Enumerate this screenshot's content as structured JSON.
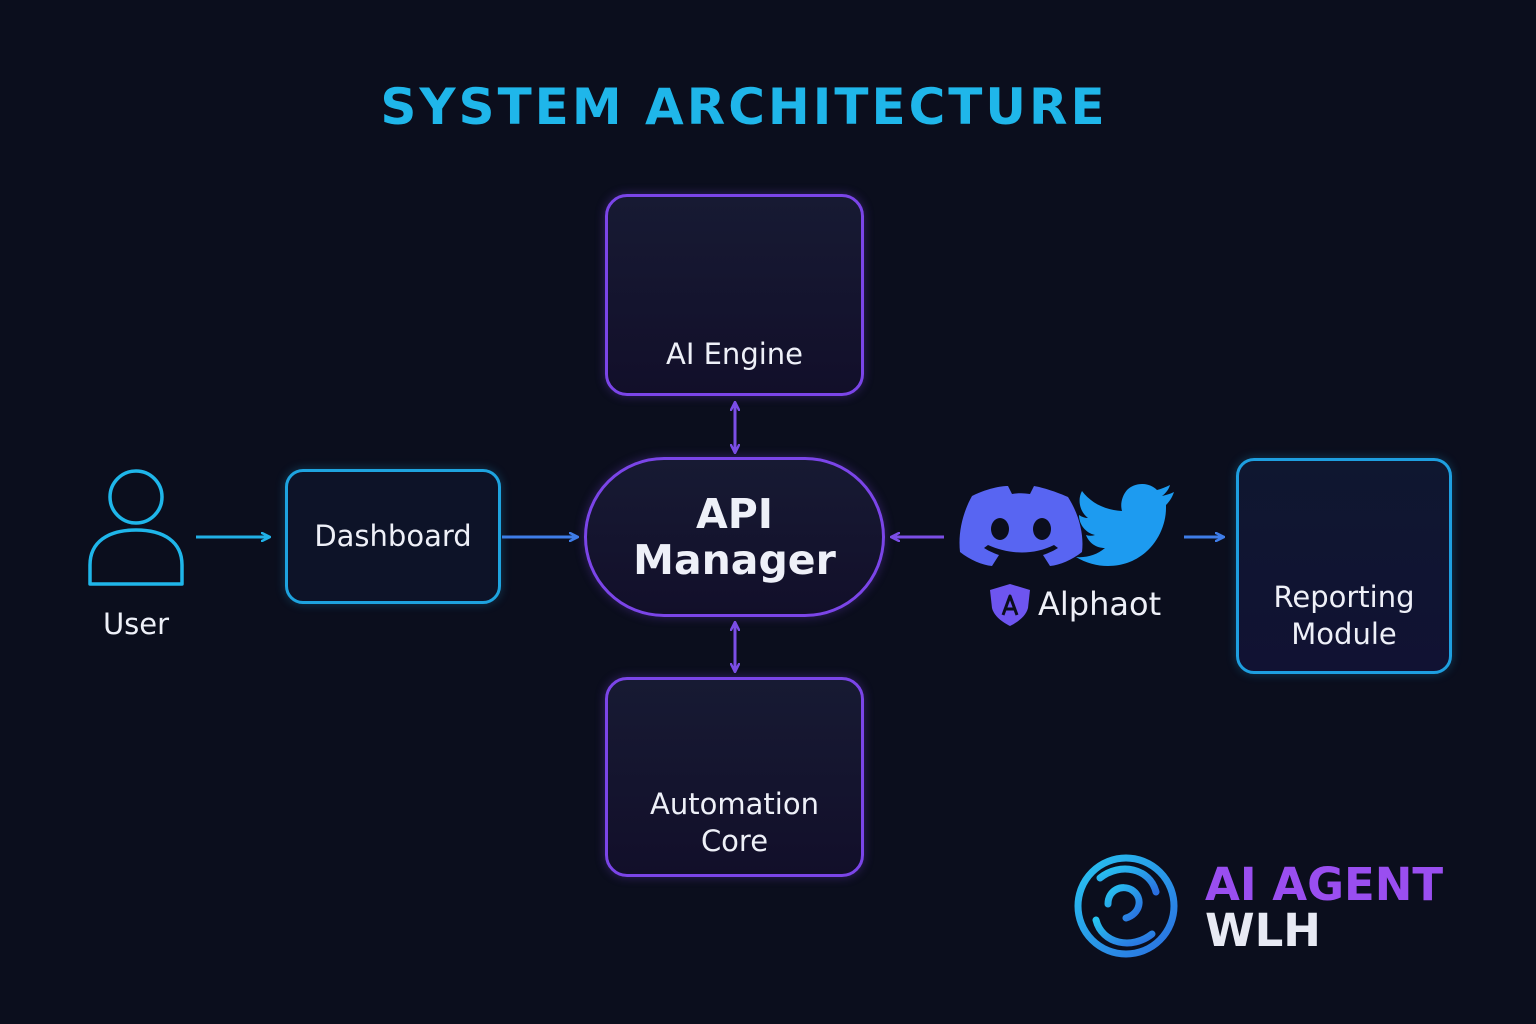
{
  "title": "SYSTEM ARCHITECTURE",
  "nodes": {
    "ai_engine": {
      "label": "AI Engine",
      "icon": "brain-circuit-icon"
    },
    "api_manager": {
      "line1": "API",
      "line2": "Manager"
    },
    "automation_core": {
      "line1": "Automation",
      "line2": "Core",
      "icon": "gear-icon"
    },
    "dashboard": {
      "label": "Dashboard"
    },
    "user": {
      "label": "User",
      "icon": "user-icon"
    },
    "reporting": {
      "line1": "Reporting",
      "line2": "Module",
      "icon": "bar-chart-icon"
    }
  },
  "integrations": {
    "icons": [
      "discord-icon",
      "twitter-bird-icon",
      "alphaot-shield-icon"
    ],
    "label": "Alphaot"
  },
  "brand": {
    "line1": "AI AGENT",
    "line2": "WLH",
    "icon": "swirl-logo-icon"
  },
  "colors": {
    "background": "#0b0e1d",
    "title": "#1fb6ea",
    "purple": "#7b45e8",
    "cyan": "#1ea3df",
    "arrow_purple": "#7b4ee6",
    "arrow_cyan": "#21b0e6",
    "discord": "#5865f2",
    "twitter": "#1d9bf0",
    "brand_purple": "#9a4ef0"
  }
}
